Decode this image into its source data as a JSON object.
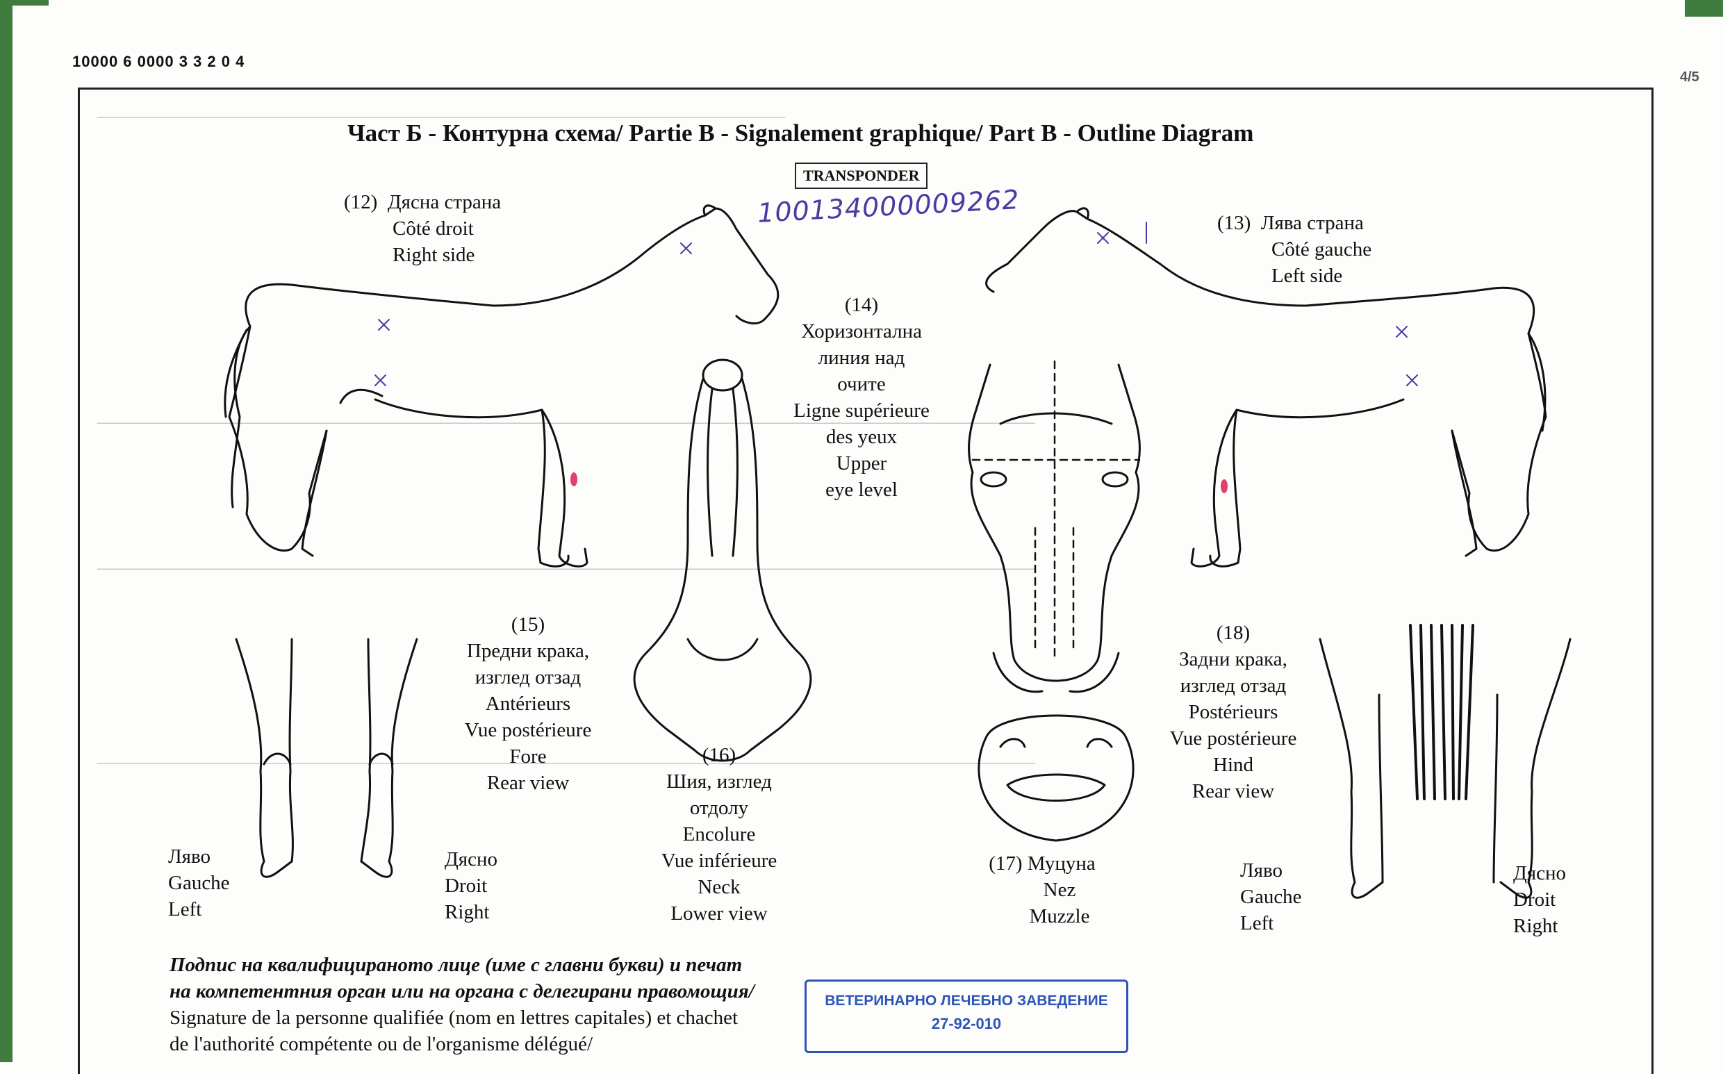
{
  "header": {
    "document_code": "10000 6 0000 3 3 2 0 4",
    "page_number": "4/5"
  },
  "title": "Част Б - Контурна схема/ Partie B - Signalement graphique/ Part B - Outline Diagram",
  "transponder": {
    "label": "TRANSPONDER",
    "number": "100134000009262"
  },
  "right_side": {
    "num": "(12)",
    "bg": "Дясна страна",
    "fr": "Côté droit",
    "en": "Right side"
  },
  "left_side": {
    "num": "(13)",
    "bg": "Лява страна",
    "fr": "Côté gauche",
    "en": "Left side"
  },
  "eye_level": {
    "num": "(14)",
    "bg1": "Хоризонтална",
    "bg2": "линия над",
    "bg3": "очите",
    "fr1": "Ligne supérieure",
    "fr2": "des yeux",
    "en1": "Upper",
    "en2": "eye level"
  },
  "fore": {
    "num": "(15)",
    "bg1": "Предни крака,",
    "bg2": "изглед отзад",
    "fr1": "Antérieurs",
    "fr2": "Vue postérieure",
    "en1": "Fore",
    "en2": "Rear view"
  },
  "neck": {
    "num": "(16)",
    "bg1": "Шия, изглед",
    "bg2": "отдолу",
    "fr1": "Encolure",
    "fr2": "Vue inférieure",
    "en1": "Neck",
    "en2": "Lower view"
  },
  "muzzle": {
    "num": "(17)",
    "bg": "Муцуна",
    "fr": "Nez",
    "en": "Muzzle"
  },
  "hind": {
    "num": "(18)",
    "bg1": "Задни крака,",
    "bg2": "изглед отзад",
    "fr1": "Postérieurs",
    "fr2": "Vue postérieure",
    "en1": "Hind",
    "en2": "Rear view"
  },
  "fore_left": {
    "bg": "Ляво",
    "fr": "Gauche",
    "en": "Left"
  },
  "fore_right": {
    "bg": "Дясно",
    "fr": "Droit",
    "en": "Right"
  },
  "hind_left": {
    "bg": "Ляво",
    "fr": "Gauche",
    "en": "Left"
  },
  "hind_right": {
    "bg": "Дясно",
    "fr": "Droit",
    "en": "Right"
  },
  "signature": {
    "line1": "Подпис на квалифицираното лице (име с главни букви) и печат",
    "line2": "на компетентния орган или на органа с делегирани правомощия/",
    "line3": "Signature de la personne qualifiée (nom en lettres capitales) et chachet",
    "line4": "de l'authorité compétente ou de l'organisme délégué/"
  },
  "stamp": {
    "line1": "ВЕТЕРИНАРНО ЛЕЧЕБНО ЗАВЕДЕНИЕ",
    "line2": "27-92-010"
  },
  "colors": {
    "ink": "#111111",
    "pen": "#4b3aa3",
    "stamp": "#2d55b8",
    "marking": "#e0406a",
    "frame_green": "#3f7d3f"
  }
}
